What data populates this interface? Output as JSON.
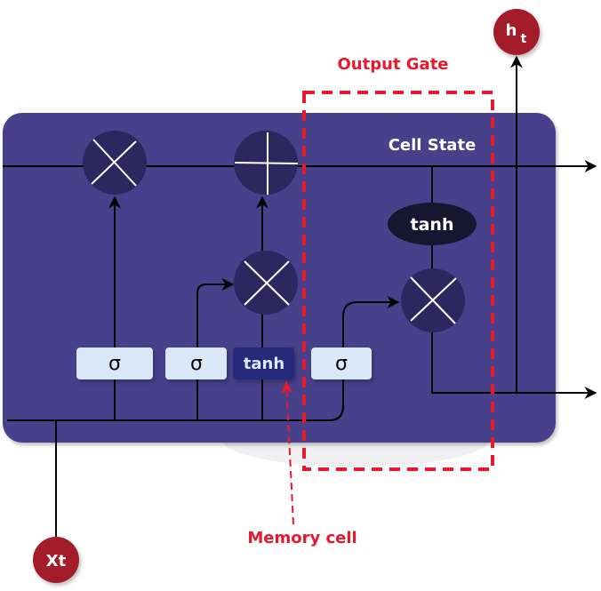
{
  "diagram": {
    "title": "LSTM Cell",
    "colors": {
      "panel": "#46418a",
      "node": "#2b2860",
      "gate_box": "#d9e8f7",
      "tanh_box": "#28297a",
      "tanh_ellipse": "#171530",
      "io_node": "#a31c2a",
      "highlight": "#e8182d",
      "line": "#000000",
      "node_symbol": "#ffffff"
    },
    "labels": {
      "cell_state": "Cell State",
      "output_gate": "Output Gate",
      "memory_cell": "Memory cell",
      "input": "Xt",
      "output_h": "h",
      "output_sub": "t"
    },
    "gates": [
      {
        "id": "forget-gate",
        "label": "σ",
        "kind": "sigmoid"
      },
      {
        "id": "input-gate",
        "label": "σ",
        "kind": "sigmoid"
      },
      {
        "id": "candidate-gate",
        "label": "tanh",
        "kind": "tanh"
      },
      {
        "id": "output-gate",
        "label": "σ",
        "kind": "sigmoid"
      }
    ],
    "operations": [
      {
        "id": "forget-multiply",
        "symbol": "×"
      },
      {
        "id": "cell-add",
        "symbol": "+"
      },
      {
        "id": "input-multiply",
        "symbol": "×"
      },
      {
        "id": "output-multiply",
        "symbol": "×"
      }
    ],
    "cell_activation": {
      "label": "tanh"
    }
  }
}
